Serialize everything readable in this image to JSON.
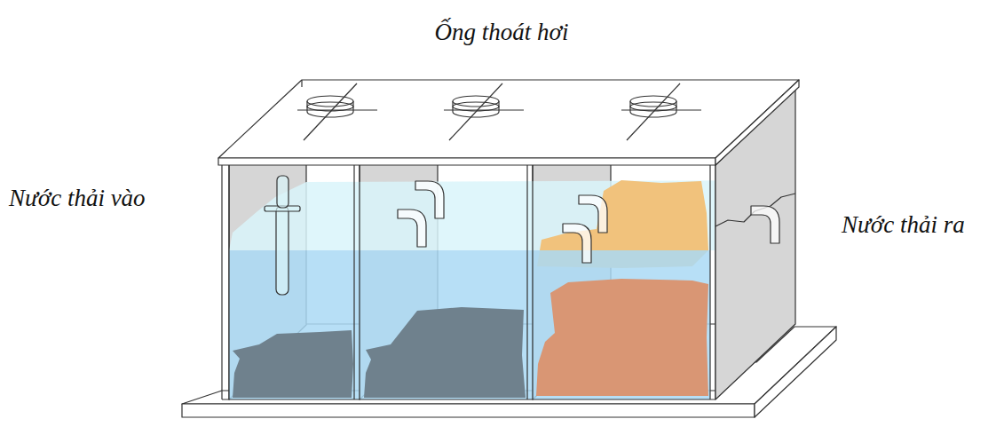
{
  "diagram": {
    "labels": [
      "Ống thoát hơi",
      "Nước thải vào",
      "Nước thải ra"
    ]
  }
}
